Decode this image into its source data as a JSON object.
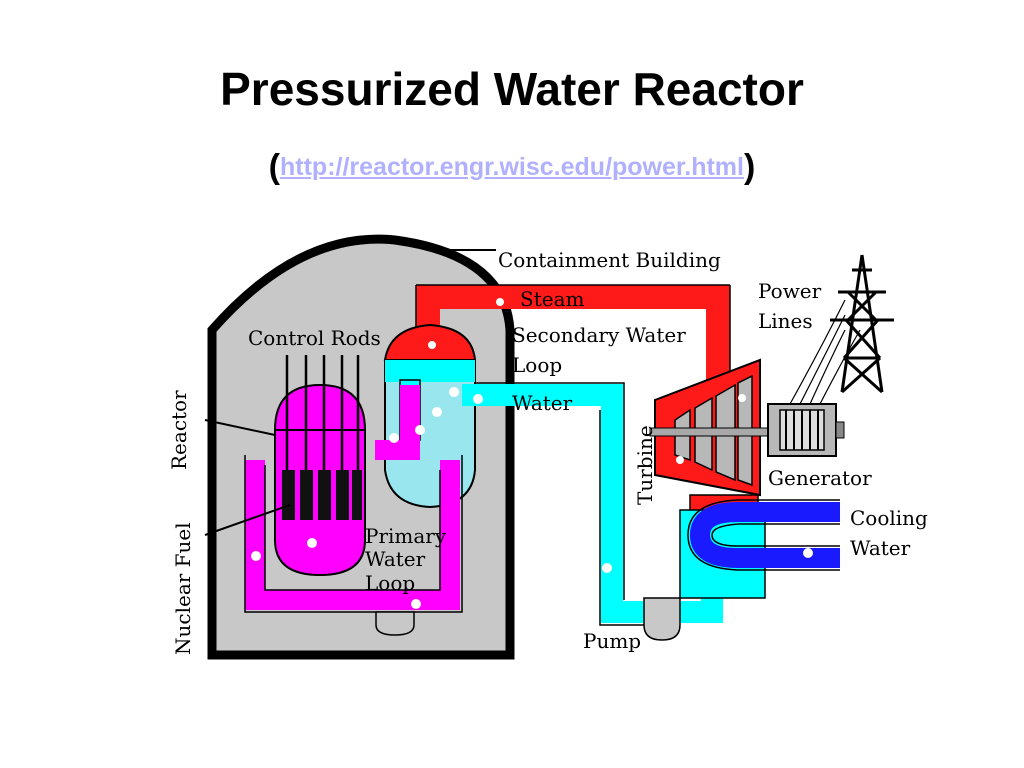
{
  "slide": {
    "title": "Pressurized Water Reactor",
    "open_paren": "(",
    "link_text": "http://reactor.engr.wisc.edu/power.html",
    "close_paren": ")"
  },
  "labels": {
    "containment": "Containment Building",
    "steam": "Steam",
    "secondary_1": "Secondary Water",
    "secondary_2": "Loop",
    "water": "Water",
    "power_1": "Power",
    "power_2": "Lines",
    "control_rods": "Control Rods",
    "reactor": "Reactor",
    "nuclear_fuel": "Nuclear Fuel",
    "primary_1": "Primary",
    "primary_2": "Water",
    "primary_3": "Loop",
    "turbine": "Turbine",
    "generator": "Generator",
    "cooling_1": "Cooling",
    "cooling_2": "Water",
    "pump": "Pump"
  },
  "colors": {
    "steam": "#ff1a1a",
    "primary_loop": "#ff00ff",
    "secondary_water": "#00ffff",
    "cooling_water": "#1a1aff",
    "containment": "#c8c8c8"
  }
}
